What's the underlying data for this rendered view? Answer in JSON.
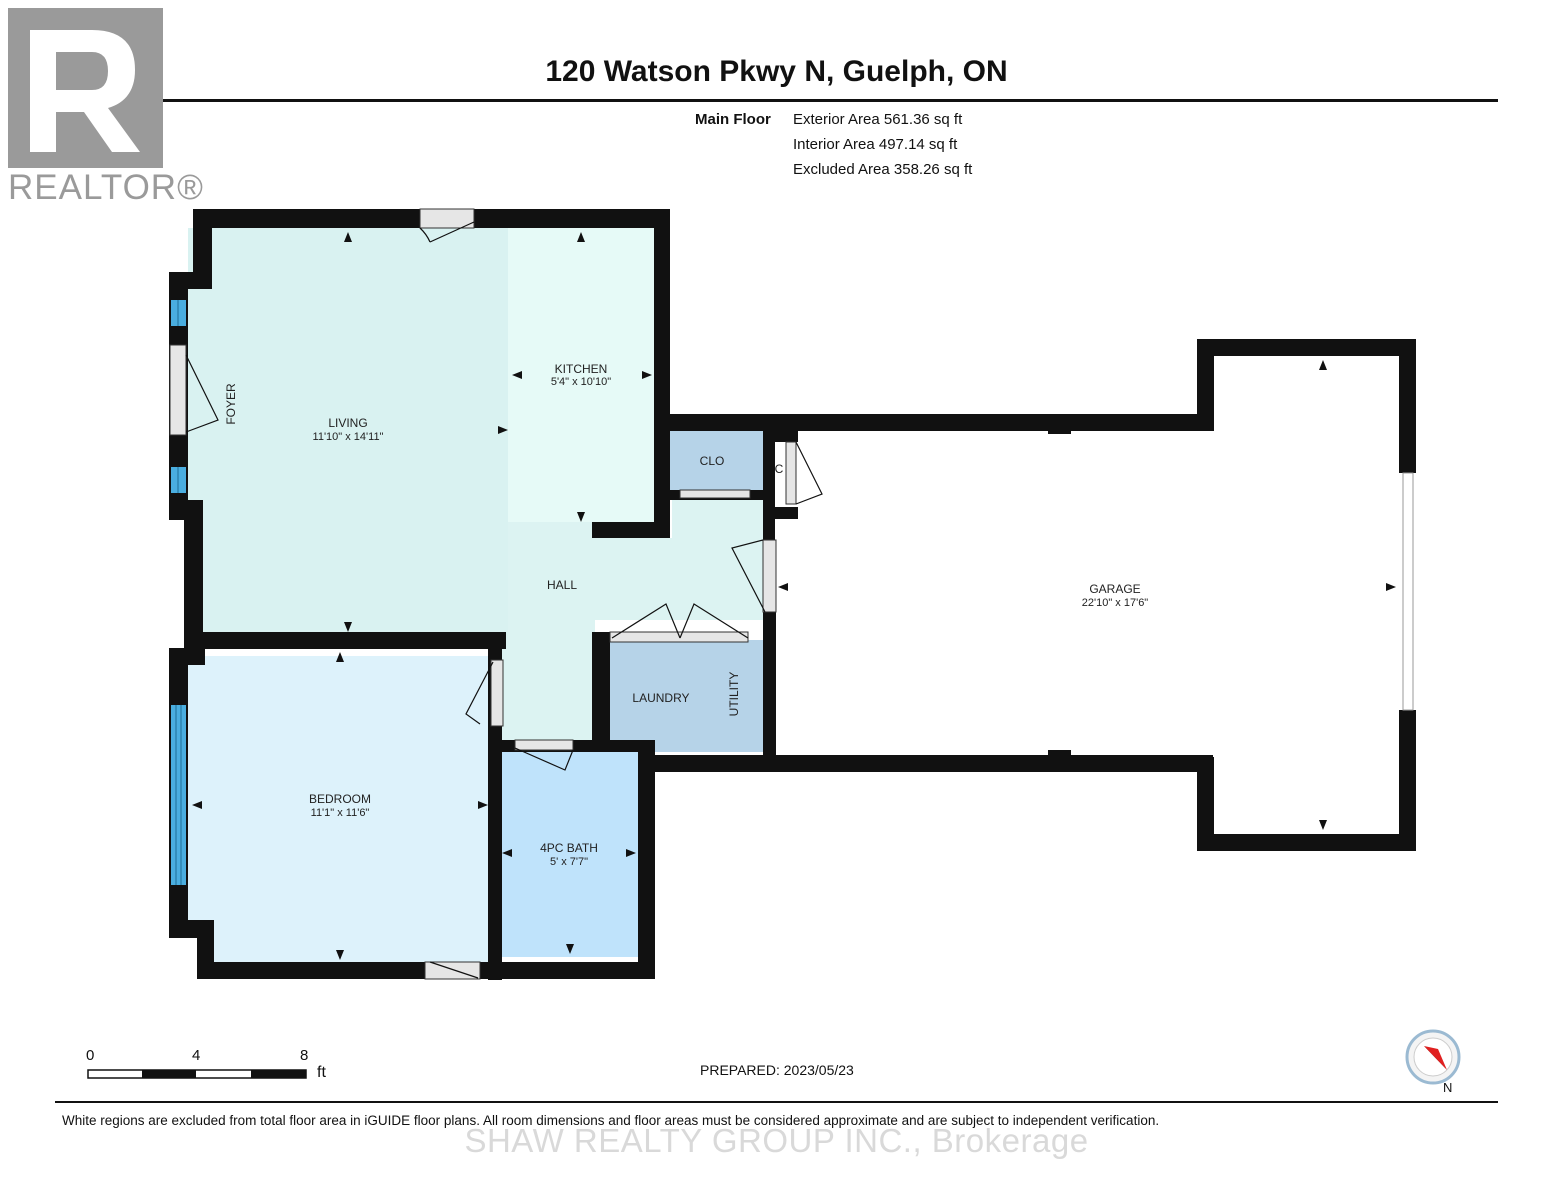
{
  "header": {
    "title": "120 Watson Pkwy N, Guelph, ON",
    "floor_label": "Main Floor",
    "areas": [
      "Exterior Area 561.36 sq ft",
      "Interior Area 497.14 sq ft",
      "Excluded Area 358.26 sq ft"
    ]
  },
  "logo": {
    "text": "REALTOR®",
    "color": "#9a9a9a"
  },
  "rooms": {
    "living": {
      "name": "LIVING",
      "dims": "11'10\" x 14'11\""
    },
    "foyer": {
      "name": "FOYER"
    },
    "kitchen": {
      "name": "KITCHEN",
      "dims": "5'4\" x 10'10\""
    },
    "clo": {
      "name": "CLO"
    },
    "c": {
      "name": "C"
    },
    "hall": {
      "name": "HALL"
    },
    "garage": {
      "name": "GARAGE",
      "dims": "22'10\" x 17'6\""
    },
    "laundry": {
      "name": "LAUNDRY"
    },
    "utility": {
      "name": "UTILITY"
    },
    "bedroom": {
      "name": "BEDROOM",
      "dims": "11'1\" x 11'6\""
    },
    "bath": {
      "name": "4PC BATH",
      "dims": "5' x 7'7\""
    }
  },
  "colors": {
    "living": "#d9f2f1",
    "kitchen": "#e6faf7",
    "hall": "#dcf3f2",
    "bedroom": "#ddf2fb",
    "bath": "#bfe3fb",
    "closet": "#b6d3e8",
    "window": "#4aaee0",
    "wall": "#111111",
    "door": "#e6e6e6"
  },
  "scale": {
    "labels": [
      "0",
      "4",
      "8"
    ],
    "unit": "ft"
  },
  "prepared": "PREPARED: 2023/05/23",
  "compass": {
    "label": "N"
  },
  "footer": {
    "disclaimer": "White regions are excluded from total floor area in iGUIDE floor plans. All room dimensions and floor areas must be considered approximate and are subject to independent verification.",
    "watermark": "SHAW REALTY GROUP INC., Brokerage"
  }
}
